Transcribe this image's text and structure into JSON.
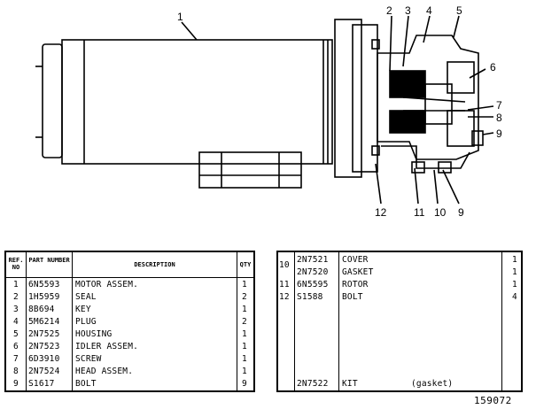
{
  "callouts": [
    "1",
    "2",
    "3",
    "4",
    "5",
    "6",
    "7",
    "8",
    "9",
    "12",
    "11",
    "10",
    "9"
  ],
  "table_left": {
    "headers": {
      "ref_no": "REF. NO",
      "part_number": "PART NUMBER",
      "description": "DESCRIPTION",
      "qty": "QTY"
    },
    "rows": [
      {
        "ref": "1",
        "part": "6N5593",
        "desc": "MOTOR ASSEM.",
        "qty": "1"
      },
      {
        "ref": "2",
        "part": "1H5959",
        "desc": "SEAL",
        "qty": "2"
      },
      {
        "ref": "3",
        "part": "8B694",
        "desc": "KEY",
        "qty": "1"
      },
      {
        "ref": "4",
        "part": "5M6214",
        "desc": "PLUG",
        "qty": "2"
      },
      {
        "ref": "5",
        "part": "2N7525",
        "desc": "HOUSING",
        "qty": "1"
      },
      {
        "ref": "6",
        "part": "2N7523",
        "desc": "IDLER ASSEM.",
        "qty": "1"
      },
      {
        "ref": "7",
        "part": "6D3910",
        "desc": "SCREW",
        "qty": "1"
      },
      {
        "ref": "8",
        "part": "2N7524",
        "desc": "HEAD ASSEM.",
        "qty": "1"
      },
      {
        "ref": "9",
        "part": "S1617",
        "desc": "BOLT",
        "qty": "9"
      }
    ]
  },
  "table_right": {
    "rows": [
      {
        "ref": "10",
        "part": "2N7521",
        "desc": "COVER",
        "qty": "1"
      },
      {
        "ref": "",
        "part": "2N7520",
        "desc": "GASKET",
        "qty": "1"
      },
      {
        "ref": "11",
        "part": "6N5595",
        "desc": "ROTOR",
        "qty": "1"
      },
      {
        "ref": "12",
        "part": "S1588",
        "desc": "BOLT",
        "qty": "4"
      }
    ],
    "kit": {
      "part": "2N7522",
      "desc": "KIT",
      "note": "(gasket)"
    }
  },
  "drawing_number": "159072"
}
